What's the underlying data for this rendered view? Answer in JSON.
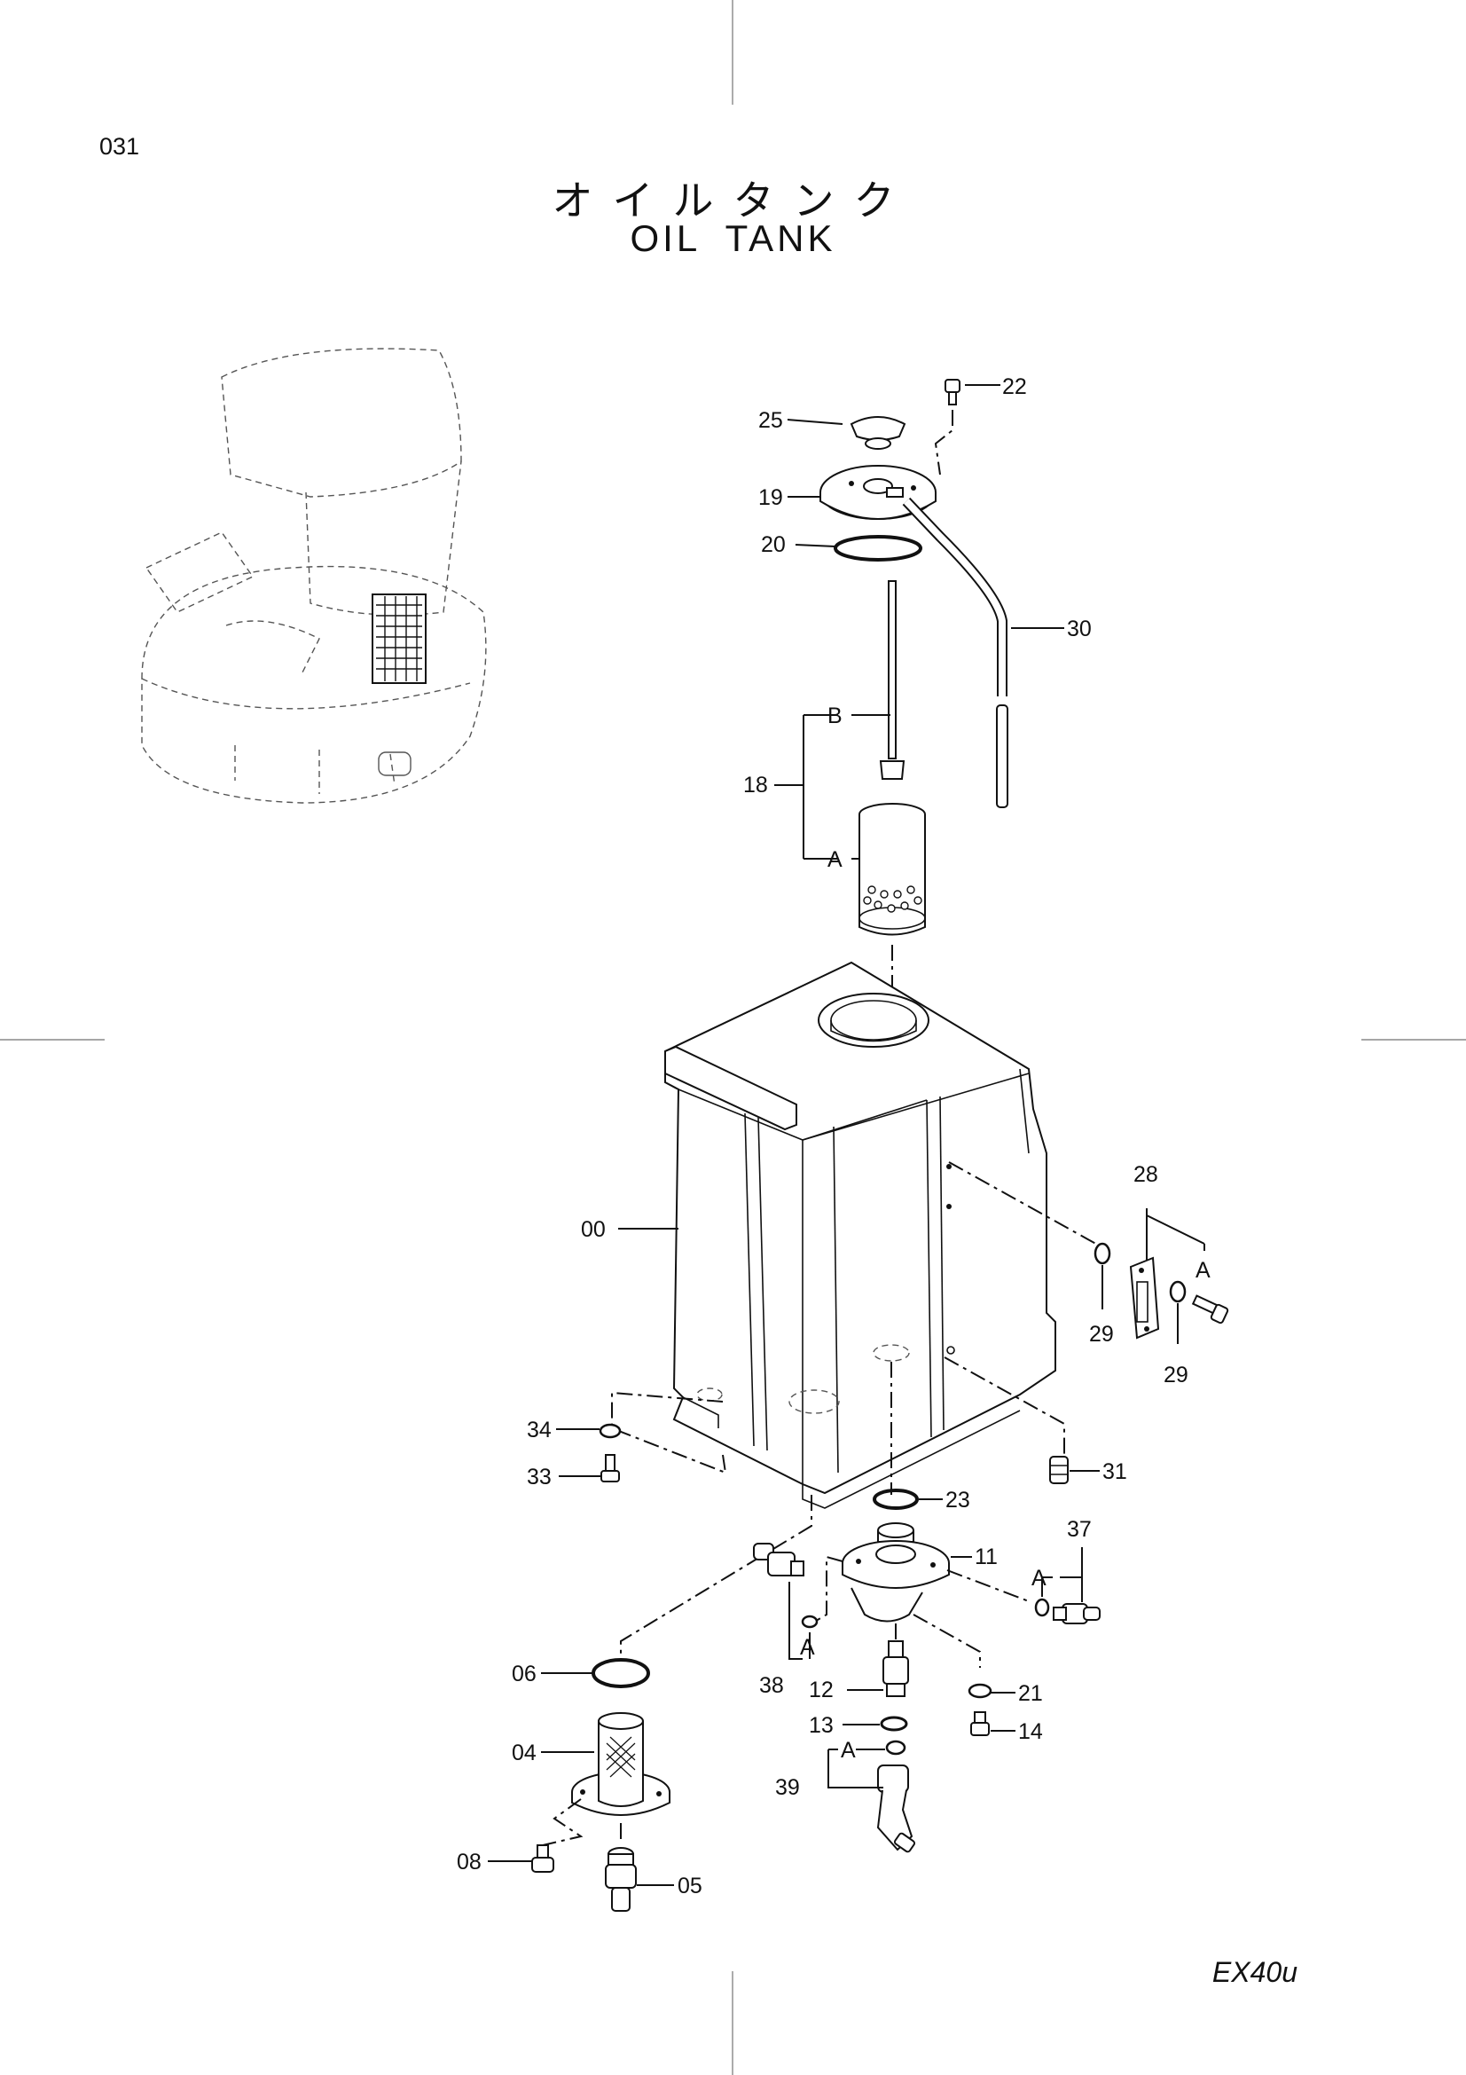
{
  "page_number": "031",
  "title_jp": "オイルタンク",
  "title_en": "OIL TANK",
  "model": "EX40u",
  "callouts": {
    "p00": "00",
    "p04": "04",
    "p05": "05",
    "p06": "06",
    "p08": "08",
    "p11": "11",
    "p12": "12",
    "p13": "13",
    "p14": "14",
    "p18": "18",
    "p19": "19",
    "p20": "20",
    "p21": "21",
    "p22": "22",
    "p23": "23",
    "p25": "25",
    "p28": "28",
    "p29a": "29",
    "p29b": "29",
    "p30": "30",
    "p31": "31",
    "p33": "33",
    "p34": "34",
    "p37": "37",
    "p38": "38",
    "p39": "39"
  },
  "sub_labels": {
    "s18_b": "B",
    "s18_a": "A",
    "s28_a": "A",
    "s37_a": "A",
    "s38_a": "A",
    "s39_a": "A"
  }
}
